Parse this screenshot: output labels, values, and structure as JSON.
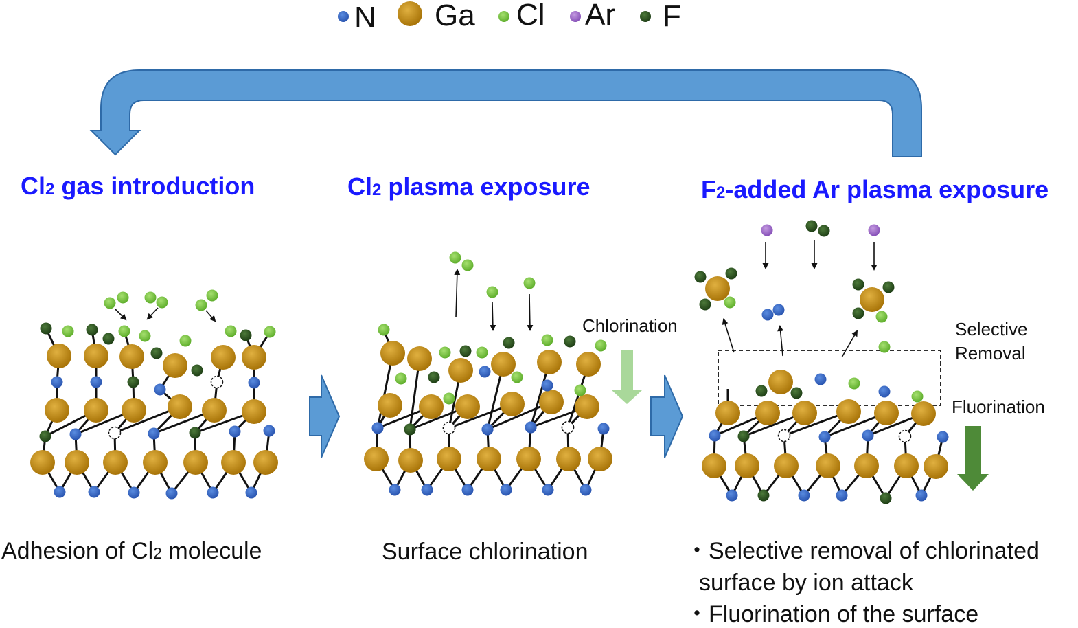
{
  "legend": [
    {
      "symbol": "N-atom",
      "label": "N",
      "color": "#3568c8"
    },
    {
      "symbol": "Ga-atom",
      "label": "Ga",
      "color": "#c18a10"
    },
    {
      "symbol": "Cl-atom",
      "label": "Cl",
      "color": "#7dc943"
    },
    {
      "symbol": "Ar-atom",
      "label": "Ar",
      "color": "#a070c8"
    },
    {
      "symbol": "F-atom",
      "label": "F",
      "color": "#2f5a22"
    }
  ],
  "steps": [
    {
      "title_main": "Cl",
      "title_sub": "2",
      "title_rest": " gas introduction",
      "caption_main": "Adhesion of Cl",
      "caption_sub": "2",
      "caption_rest": " molecule"
    },
    {
      "title_main": "Cl",
      "title_sub": "2",
      "title_rest": " plasma exposure",
      "caption_main": "Surface chlorination",
      "caption_sub": "",
      "caption_rest": ""
    },
    {
      "title_main": "F",
      "title_sub": "2",
      "title_rest": "-added Ar plasma exposure",
      "caption_lines": [
        "・Selective removal of chlorinated",
        "surface by ion attack",
        "・Fluorination of the surface"
      ]
    }
  ],
  "annotations": {
    "chlorination": "Chlorination",
    "selective_removal_1": "Selective",
    "selective_removal_2": "Removal",
    "fluorination": "Fluorination"
  },
  "colors": {
    "title_blue": "#1a1aff",
    "arrow_blue": "#5b9bd5",
    "arrow_outline": "#2e6aa8",
    "chlorination_arrow": "#a9d89a",
    "fluorination_arrow": "#4e8a38"
  }
}
